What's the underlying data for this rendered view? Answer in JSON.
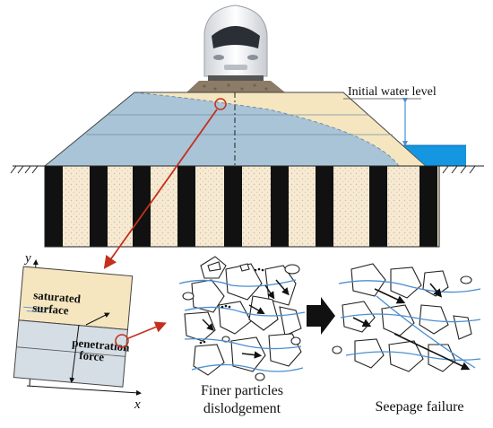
{
  "labels": {
    "initial_water_level": "Initial water level",
    "saturated": "saturated",
    "surface": "surface",
    "penetration": "penetration",
    "force": "force",
    "axis_x": "x",
    "axis_y": "y",
    "finer_line1": "Finer particles",
    "finer_line2": "dislodgement",
    "seepage_failure": "Seepage failure"
  },
  "colors": {
    "embankment": "#a9c4d6",
    "dry_soil": "#f5e6bf",
    "water": "#1496e0",
    "column_black": "#111111",
    "column_sand": "#f6ead4",
    "arrow_red": "#c4301c",
    "flow_line": "#4b8fd0",
    "ballast": "#8c7b66"
  },
  "icons": {
    "train": "high-speed-train-icon",
    "process_arrow": "right-arrow-icon"
  },
  "columns": {
    "count": 9
  }
}
